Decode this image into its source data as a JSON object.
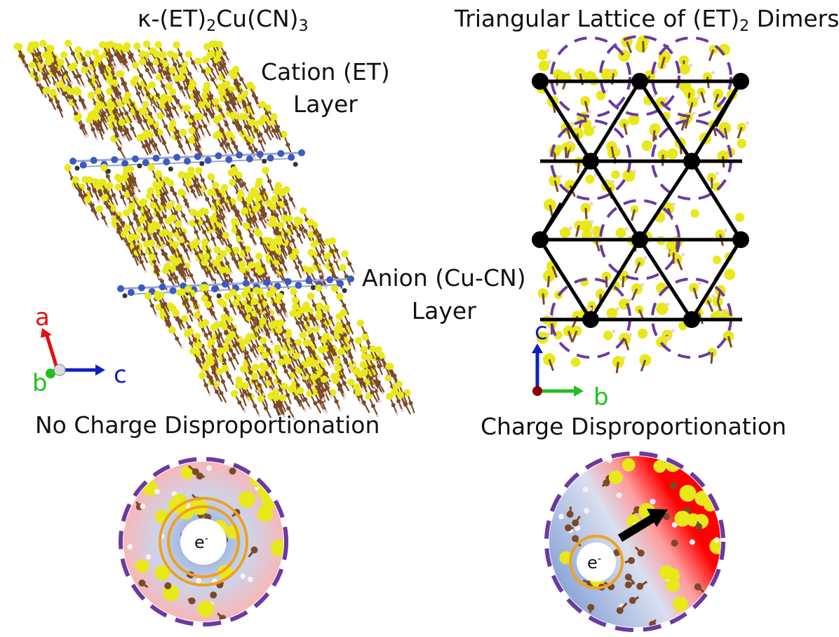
{
  "panels": {
    "crystal": {
      "title_main": "κ-(ET)",
      "title_sub1": "2",
      "title_mid": "Cu(CN)",
      "title_sub2": "3",
      "cation_label_line1": "Cation (ET)",
      "cation_label_line2": "Layer",
      "anion_label_line1": "Anion (Cu-CN)",
      "anion_label_line2": "Layer",
      "axes": {
        "a": "a",
        "b": "b",
        "c": "c"
      }
    },
    "lattice": {
      "title_pre": "Triangular Lattice of (ET)",
      "title_sub": "2",
      "title_post": " Dimers",
      "axes": {
        "c": "c",
        "b": "b"
      }
    },
    "no_cd": {
      "title": "No Charge Disproportionation",
      "electron_label": "e",
      "electron_sup": "-"
    },
    "cd": {
      "title": "Charge Disproportionation",
      "electron_label": "e",
      "electron_sup": "-"
    }
  },
  "colors": {
    "sulfur": "#e8e81a",
    "carbon": "#7a4a2a",
    "hydrogen": "#f0d0d0",
    "nitrogen": "#3a5bc0",
    "dimer_ring": "#6a3aa0",
    "orbital": "#f0a020",
    "axis_a": "#e01010",
    "axis_b": "#20c020",
    "axis_c": "#1020c0",
    "charge_positive": "#ff0000",
    "charge_neutral": "#8aa6d8"
  },
  "icons": {
    "axis_origin": "sphere-icon",
    "transfer_arrow": "arrow-icon"
  }
}
